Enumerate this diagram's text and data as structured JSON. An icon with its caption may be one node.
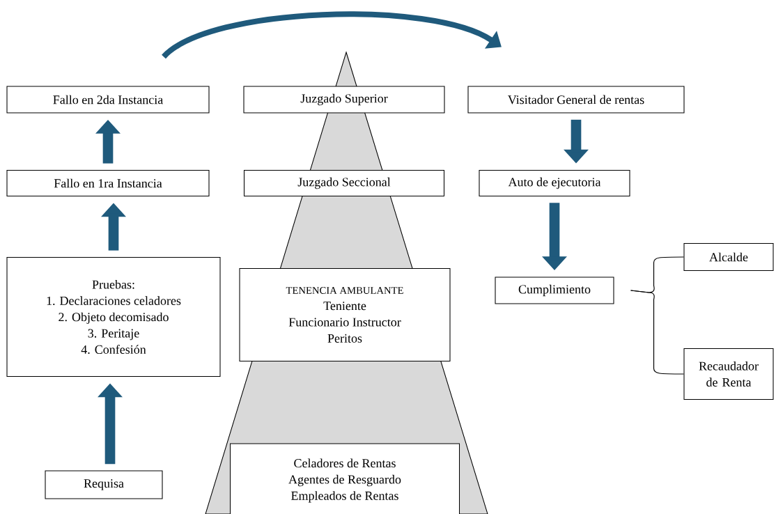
{
  "diagram": {
    "nodes": [
      {
        "text": [
          "Fallo en 2da Instancia"
        ]
      },
      {
        "text": [
          "Juzgado Superior"
        ]
      },
      {
        "text": [
          "Visitador General de rentas"
        ]
      },
      {
        "text": [
          "Fallo en 1ra Instancia"
        ]
      },
      {
        "text": [
          "Juzgado Seccional"
        ]
      },
      {
        "text": [
          "Auto de ejecutoria"
        ]
      },
      {
        "text": [
          "Pruebas:",
          "1. Declaraciones celadores",
          "2. Objeto decomisado",
          "3. Peritaje",
          "4. Confesión"
        ]
      },
      {
        "text": [
          "Alcalde"
        ]
      },
      {
        "text": [
          "TENENCIA AMBULANTE",
          "Teniente",
          "Funcionario Instructor",
          "Peritos"
        ]
      },
      {
        "text": [
          "Cumplimiento"
        ]
      },
      {
        "text": [
          "Recaudador de Renta"
        ]
      },
      {
        "text": [
          "Celadores de Rentas",
          "Agentes de Resguardo",
          "Empleados de Rentas"
        ]
      },
      {
        "text": [
          "Requisa"
        ]
      }
    ],
    "edges": [
      {
        "from": 12,
        "to": 6,
        "arrow": "to"
      },
      {
        "from": 6,
        "to": 3,
        "arrow": "to"
      },
      {
        "from": 3,
        "to": 0,
        "arrow": "to"
      },
      {
        "from": 0,
        "to": 2,
        "arrow": "to"
      },
      {
        "from": 2,
        "to": 5,
        "arrow": "to"
      },
      {
        "from": 5,
        "to": 9,
        "arrow": "to"
      },
      {
        "from": 9,
        "to": 7,
        "arrow": "none",
        "color": "#000000"
      },
      {
        "from": 9,
        "to": 10,
        "arrow": "none",
        "color": "#000000"
      }
    ]
  }
}
